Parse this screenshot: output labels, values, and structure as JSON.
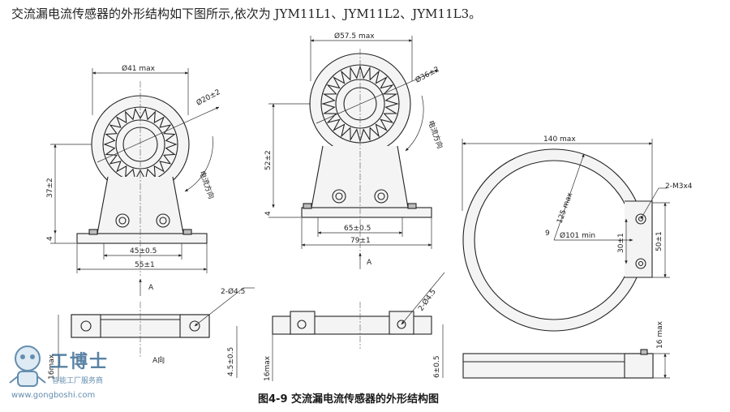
{
  "intro": "交流漏电流传感器的外形结构如下图所示,依次为 JYM11L1、JYM11L2、JYM11L3。",
  "caption": "图4-9    交流漏电流传感器的外形结构图",
  "sensor1": {
    "dia_max": "Ø41 max",
    "hole_dia": "Ø20±2",
    "height": "37±2",
    "base_h": "4",
    "inner_w": "45±0.5",
    "outer_w": "55±1",
    "current_dir": "电流方向",
    "view_a": "A",
    "holes": "2-Ø4.5",
    "side_h": "16max",
    "side_h2": "4.5±0.5",
    "view_label": "A向"
  },
  "sensor2": {
    "dia_max": "Ø57.5 max",
    "hole_dia": "Ø36±2",
    "height": "52±2",
    "base_h": "4",
    "inner_w": "65±0.5",
    "outer_w": "79±1",
    "current_dir": "电流方向",
    "view_a": "A",
    "holes": "2-Ø4.5",
    "side_h": "16max",
    "side_h2": "6±0.5"
  },
  "sensor3": {
    "width": "140 max",
    "holes": "2-M3x4",
    "r_outer": "125 max",
    "r_inner": "Ø101 min",
    "pitch": "30±1",
    "tab_h": "50±1",
    "side_h": "16 max",
    "mark_9": "9"
  },
  "watermark": {
    "name": "工博士",
    "sub": "智能工厂服务商",
    "url": "www.gongboshi.com"
  }
}
